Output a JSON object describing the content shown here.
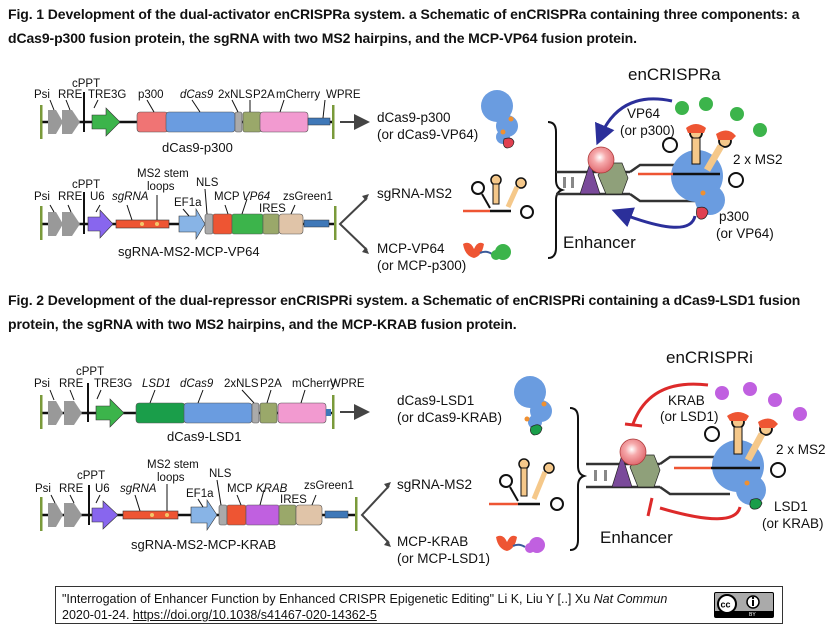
{
  "fig1": {
    "caption": "Fig. 1 Development of the dual-activator enCRISPRa system. a Schematic of enCRISPRa containing three components: a dCas9-p300 fusion protein, the sgRNA with two MS2 hairpins, and the MCP-VP64 fusion protein.",
    "construct1": {
      "labels": {
        "psi": "Psi",
        "rre": "RRE",
        "cppt": "cPPT",
        "promoter": "TRE3G",
        "effector": "p300",
        "dcas9": "dCas9",
        "nls": "2xNLS",
        "p2a": "P2A",
        "reporter": "mCherry",
        "wpre": "WPRE"
      },
      "name": "dCas9-p300",
      "colors": {
        "effector": "#f07474",
        "dcas9": "#6a9ce0",
        "promoter": "#3cb44b"
      }
    },
    "construct2": {
      "labels": {
        "psi": "Psi",
        "rre": "RRE",
        "cppt": "cPPT",
        "u6": "U6",
        "sgrna": "sgRNA",
        "ms2a": "MS2 stem",
        "ms2b": "loops",
        "ef1a": "EF1a",
        "nls": "NLS",
        "mcp": "MCP",
        "effector": "VP64",
        "ires": "IRES",
        "reporter": "zsGreen1"
      },
      "name": "sgRNA-MS2-MCP-VP64",
      "colors": {
        "effector": "#3cb44b"
      }
    },
    "outputs": [
      {
        "line1": "dCas9-p300",
        "line2": "(or dCas9-VP64)"
      },
      {
        "line1": "sgRNA-MS2",
        "line2": ""
      },
      {
        "line1": "MCP-VP64",
        "line2": "(or MCP-p300)"
      }
    ],
    "system": {
      "title": "enCRISPRa",
      "top_effector1": "VP64",
      "top_effector2": "(or p300)",
      "ms2": "2 x MS2",
      "bottom_effector1": "p300",
      "bottom_effector2": "(or VP64)",
      "enhancer": "Enhancer"
    }
  },
  "fig2": {
    "caption": "Fig. 2 Development of the dual-repressor enCRISPRi system. a Schematic of enCRISPRi containing a dCas9-LSD1 fusion protein, the sgRNA with two MS2 hairpins, and the MCP-KRAB fusion protein.",
    "construct1": {
      "labels": {
        "psi": "Psi",
        "rre": "RRE",
        "cppt": "cPPT",
        "promoter": "TRE3G",
        "effector": "LSD1",
        "dcas9": "dCas9",
        "nls": "2xNLS",
        "p2a": "P2A",
        "reporter": "mCherry",
        "wpre": "WPRE"
      },
      "name": "dCas9-LSD1",
      "colors": {
        "effector": "#1a9e4a",
        "dcas9": "#6a9ce0",
        "promoter": "#3cb44b"
      }
    },
    "construct2": {
      "labels": {
        "psi": "Psi",
        "rre": "RRE",
        "cppt": "cPPT",
        "u6": "U6",
        "sgrna": "sgRNA",
        "ms2a": "MS2 stem",
        "ms2b": "loops",
        "ef1a": "EF1a",
        "nls": "NLS",
        "mcp": "MCP",
        "effector": "KRAB",
        "ires": "IRES",
        "reporter": "zsGreen1"
      },
      "name": "sgRNA-MS2-MCP-KRAB",
      "colors": {
        "effector": "#c060e0"
      }
    },
    "outputs": [
      {
        "line1": "dCas9-LSD1",
        "line2": "(or dCas9-KRAB)"
      },
      {
        "line1": "sgRNA-MS2",
        "line2": ""
      },
      {
        "line1": "MCP-KRAB",
        "line2": "(or MCP-LSD1)"
      }
    ],
    "system": {
      "title": "enCRISPRi",
      "top_effector1": "KRAB",
      "top_effector2": "(or LSD1)",
      "ms2": "2 x MS2",
      "bottom_effector1": "LSD1",
      "bottom_effector2": "(or KRAB)",
      "enhancer": "Enhancer"
    }
  },
  "footer": {
    "title": "\"Interrogation of Enhancer Function by Enhanced CRISPR Epigenetic Editing\" Li K, Liu Y [..] Xu ",
    "journal": "Nat Commun",
    "date": "2020-01-24. ",
    "doi": "https://doi.org/10.1038/s41467-020-14362-5",
    "license_icon": "cc-by-icon",
    "license_cc": "cc",
    "license_by": "BY"
  }
}
